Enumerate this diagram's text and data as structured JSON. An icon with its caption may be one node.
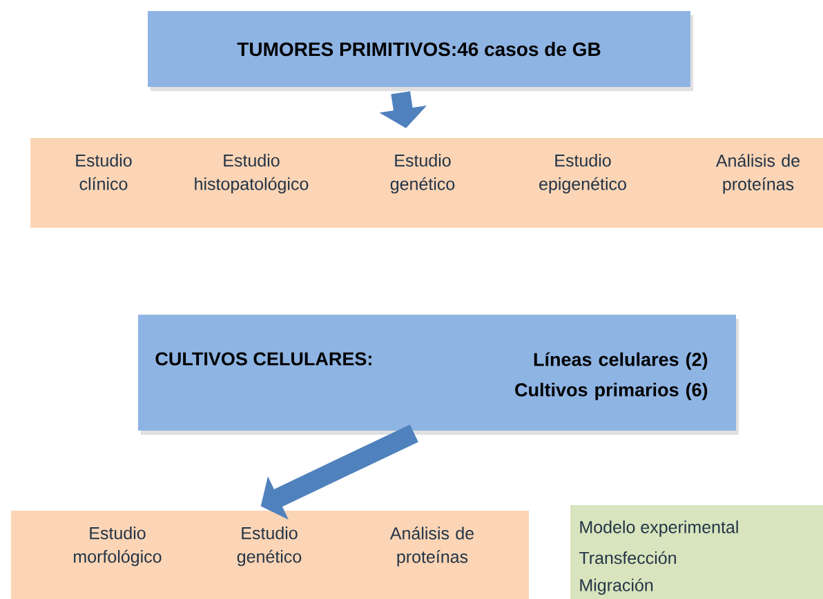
{
  "diagram": {
    "nodes": [
      {
        "text": [
          "TUMORES PRIMITIVOS:46 casos de GB"
        ]
      },
      {
        "text": [
          "Estudio clínico",
          "Estudio histopatológico",
          "Estudio genético",
          "Estudio epigenético",
          "Análisis de proteínas"
        ]
      },
      {
        "text": [
          "CULTIVOS CELULARES:",
          "Líneas celulares (2) Cultivos primarios (6)"
        ]
      },
      {
        "text": [
          "Estudio morfológico",
          "Estudio genético",
          "Análisis de proteínas"
        ]
      },
      {
        "text": [
          "Modelo experimental",
          "Transfección",
          "Migración"
        ]
      }
    ],
    "edges": [
      {
        "from": 0,
        "to": 1,
        "arrow": "to"
      },
      {
        "from": 2,
        "to": 3,
        "arrow": "to"
      }
    ]
  }
}
